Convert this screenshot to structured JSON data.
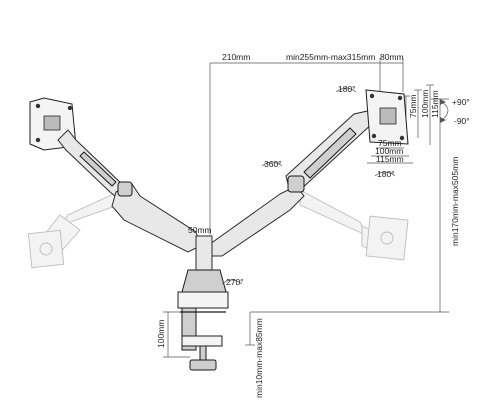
{
  "dimensions": {
    "arm_top_left": "210mm",
    "arm_top_right": "min255mm-max315mm",
    "vesa_top": "80mm",
    "vesa_75": "75mm",
    "vesa_100": "100mm",
    "vesa_115": "115mm",
    "pole_gap": "50mm",
    "clamp_height": "100mm",
    "clamp_range": "min10mm-max85mm",
    "height_range": "min170mm-max505mm"
  },
  "rotations": {
    "rot_180_top": "180°",
    "rot_180_bottom": "180°",
    "rot_360": "360°",
    "rot_270": "270°",
    "tilt_plus": "+90°",
    "tilt_minus": "-90°"
  }
}
